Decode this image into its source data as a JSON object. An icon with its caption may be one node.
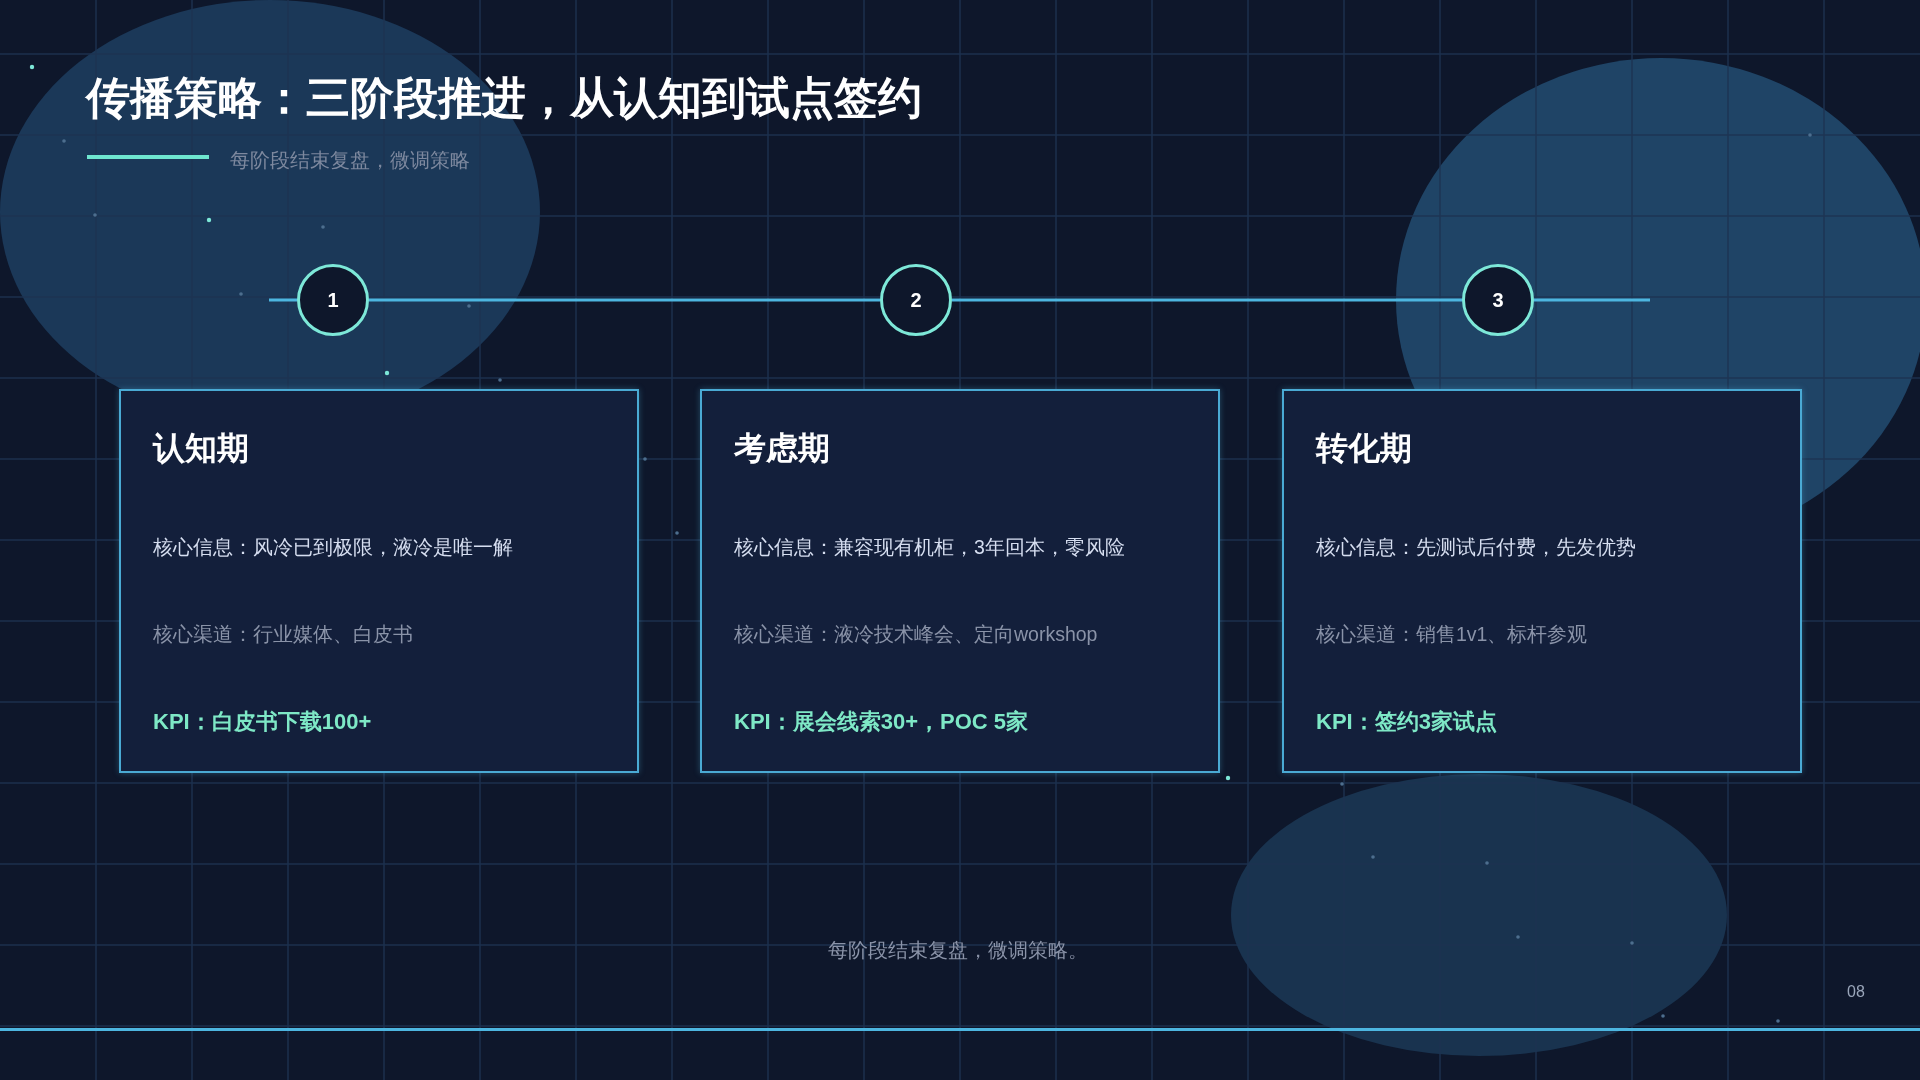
{
  "diagram": {
    "title": "传播策略：三阶段推进，从认知到试点签约",
    "caption": "每阶段结束复盘，微调策略。",
    "nodes": [
      {
        "text": [
          "1"
        ]
      },
      {
        "text": [
          "2"
        ]
      },
      {
        "text": [
          "3"
        ]
      },
      {
        "text": [
          "认知期",
          "核心信息：风冷已到极限，液冷是唯一解",
          "核心渠道：行业媒体、白皮书",
          "KPI：白皮书下载100+"
        ]
      },
      {
        "text": [
          "考虑期",
          "核心信息：兼容现有机柜，3年回本，零风险",
          "核心渠道：液冷技术峰会、定向workshop",
          "KPI：展会线索30+，POC 5家"
        ]
      },
      {
        "text": [
          "转化期",
          "核心信息：先测试后付费，先发优势",
          "核心渠道：销售1v1、标杆参观",
          "KPI：签约3家试点"
        ]
      }
    ],
    "edges": [
      {
        "from": null,
        "to": 0,
        "arrow": "none"
      },
      {
        "from": 0,
        "to": 1,
        "arrow": "none"
      },
      {
        "from": 1,
        "to": 2,
        "arrow": "none"
      },
      {
        "from": 2,
        "to": null,
        "arrow": "none"
      }
    ],
    "labels": [
      "每阶段结束复盘，微调策略",
      "08"
    ]
  }
}
